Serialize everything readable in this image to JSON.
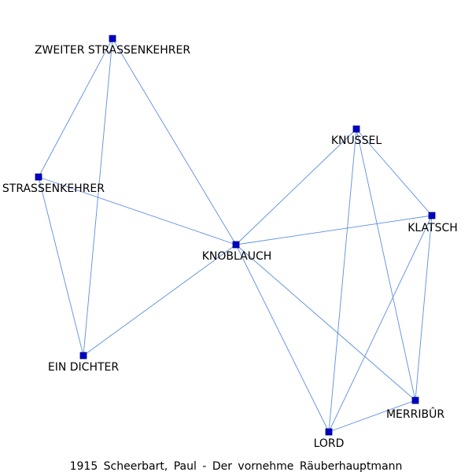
{
  "caption": "1915 Scheerbart, Paul - Der vornehme Räuberhauptmann",
  "colors": {
    "edge": "#5b8fe0",
    "node_fill": "#0000cc",
    "node_stroke": "#000066",
    "text": "#000000"
  },
  "nodes": [
    {
      "id": "zweiter",
      "label": "ZWEITER STRASSENKEHRER"
    },
    {
      "id": "strassenkehrer",
      "label": "STRASSENKEHRER"
    },
    {
      "id": "dichter",
      "label": "EIN DICHTER"
    },
    {
      "id": "knoblauch",
      "label": "KNOBLAUCH"
    },
    {
      "id": "knussel",
      "label": "KNUSSEL"
    },
    {
      "id": "klatsch",
      "label": "KLATSCH"
    },
    {
      "id": "merribur",
      "label": "MERRIBÛR"
    },
    {
      "id": "lord",
      "label": "LORD"
    }
  ],
  "edges": [
    [
      "zweiter",
      "strassenkehrer"
    ],
    [
      "zweiter",
      "dichter"
    ],
    [
      "zweiter",
      "knoblauch"
    ],
    [
      "strassenkehrer",
      "dichter"
    ],
    [
      "strassenkehrer",
      "knoblauch"
    ],
    [
      "dichter",
      "knoblauch"
    ],
    [
      "knoblauch",
      "knussel"
    ],
    [
      "knoblauch",
      "klatsch"
    ],
    [
      "knoblauch",
      "lord"
    ],
    [
      "knoblauch",
      "merribur"
    ],
    [
      "knussel",
      "klatsch"
    ],
    [
      "knussel",
      "lord"
    ],
    [
      "knussel",
      "merribur"
    ],
    [
      "klatsch",
      "lord"
    ],
    [
      "klatsch",
      "merribur"
    ],
    [
      "lord",
      "merribur"
    ]
  ]
}
